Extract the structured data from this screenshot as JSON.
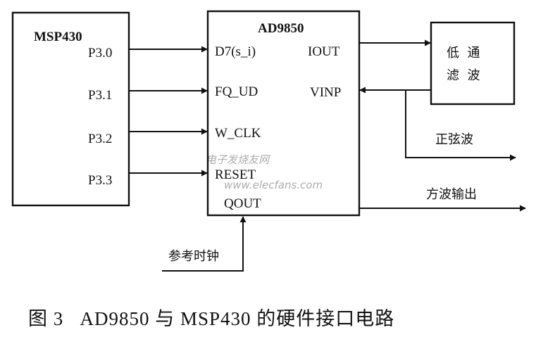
{
  "msp430": {
    "title": "MSP430",
    "pins": [
      "P3.0",
      "P3.1",
      "P3.2",
      "P3.3"
    ]
  },
  "ad9850": {
    "title": "AD9850",
    "left_pins": [
      "D7(s_i)",
      "FQ_UD",
      "W_CLK",
      "RESET"
    ],
    "right_pins": [
      "IOUT",
      "VINP"
    ],
    "bottom_pin": "QOUT"
  },
  "filter": {
    "line1": "低  通",
    "line2": "滤  波"
  },
  "outputs": {
    "sine": "正弦波",
    "square": "方波输出"
  },
  "ref_clock": "参考时钟",
  "watermark": {
    "line1": "电子发烧友网",
    "line2": "www.elecfans.com"
  },
  "caption": "图 3   AD9850 与 MSP430 的硬件接口电路",
  "colors": {
    "line": "#111111",
    "background": "#ffffff"
  }
}
